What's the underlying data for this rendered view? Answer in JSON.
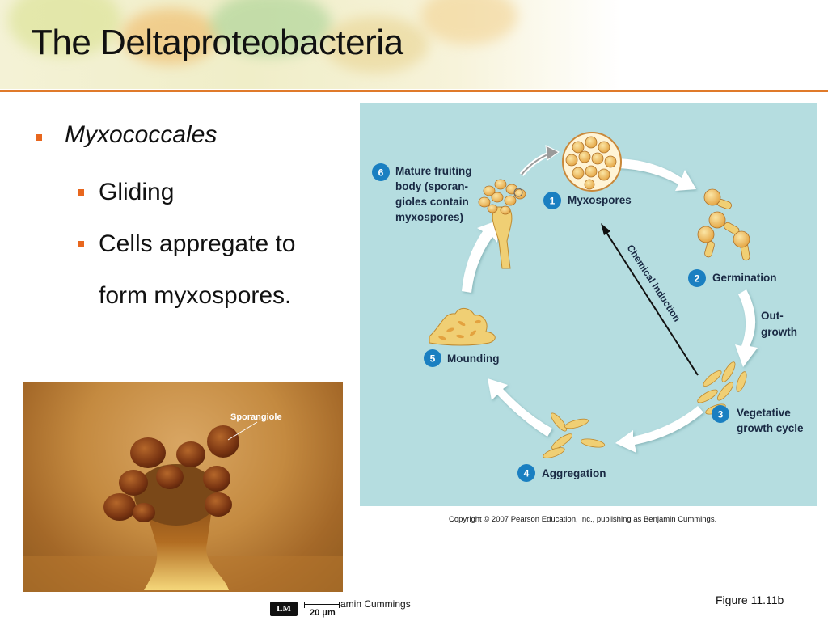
{
  "slide": {
    "title": "The Deltaproteobacteria",
    "figure_label": "Figure 11.11b",
    "bullets": {
      "level1": "Myxococcales",
      "level2": [
        "Gliding",
        "Cells appregate to",
        "form myxospores."
      ]
    }
  },
  "photo": {
    "sporangiole_label": "Sporangiole",
    "magnification_badge": "LM",
    "scale_text": "20 μm",
    "credit_fragment": "amin Cummings"
  },
  "diagram": {
    "copyright": "Copyright © 2007 Pearson Education, Inc., publishing as Benjamin Cummings.",
    "stages": [
      {
        "num": "1",
        "lines": [
          "Myxospores"
        ]
      },
      {
        "num": "2",
        "lines": [
          "Germination"
        ]
      },
      {
        "num": "3",
        "lines": [
          "Vegetative",
          "growth cycle"
        ]
      },
      {
        "num": "4",
        "lines": [
          "Aggregation"
        ]
      },
      {
        "num": "5",
        "lines": [
          "Mounding"
        ]
      },
      {
        "num": "6",
        "lines": [
          "Mature fruiting",
          "body (sporan-",
          "gioles contain",
          "myxospores)"
        ]
      }
    ],
    "outgrowth_lines": [
      "Out-",
      "growth"
    ],
    "chemical_induction": "Chemical induction",
    "colors": {
      "background": "#b5dde0",
      "badge": "#1a7fc1",
      "cell": "#f0cf74",
      "spore": "#e3a23f",
      "arrow": "#ffffff"
    }
  }
}
